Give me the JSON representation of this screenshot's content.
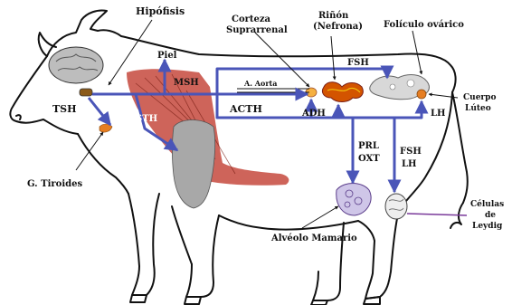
{
  "labels": {
    "hipofisis": "Hipófisis",
    "corteza_line1": "Corteza",
    "corteza_line2": "Suprarrenal",
    "rinon_line1": "Riñón",
    "rinon_line2": "(Nefrona)",
    "foliculo": "Folículo ovárico",
    "piel": "Piel",
    "msh": "MSH",
    "fsh_top": "FSH",
    "aorta": "A. Aorta",
    "acth": "ACTH",
    "adh": "ADH",
    "tsh": "TSH",
    "sth": "STH",
    "cuerpo_line1": "Cuerpo",
    "cuerpo_line2": "Lúteo",
    "lh_right": "LH",
    "prl": "PRL",
    "oxt": "OXT",
    "fsh_mid": "FSH",
    "lh_mid": "LH",
    "tiroides": "G. Tiroides",
    "alveolo": "Alvéolo Mamario",
    "celulas_line1": "Células",
    "celulas_line2": "de",
    "celulas_line3": "Leydig"
  },
  "colors": {
    "hormone_arrow": "#4a55b8",
    "leader_line": "#7a3a9a",
    "muscle": "#c0392b",
    "pituitary": "#8b5a1a"
  }
}
